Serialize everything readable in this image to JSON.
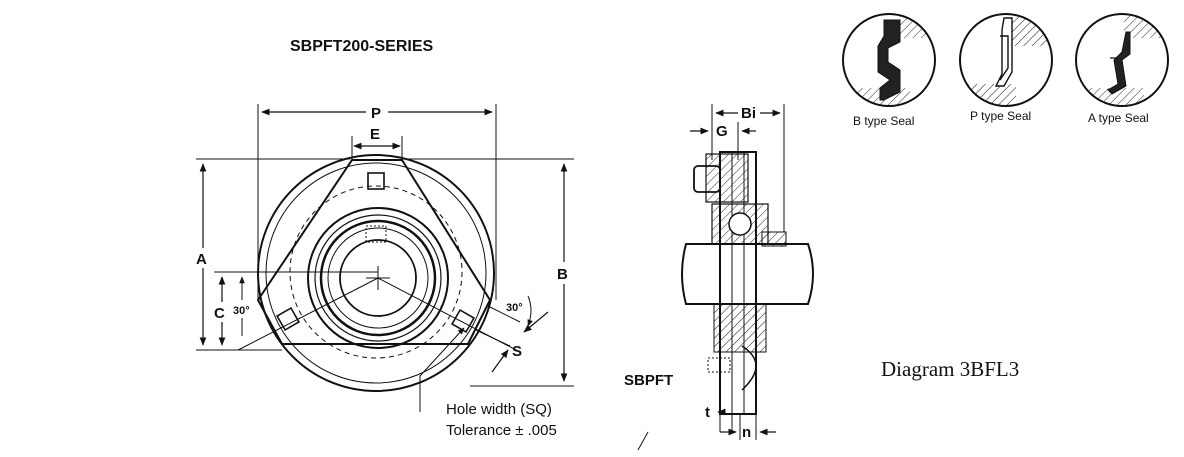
{
  "title": "SBPFT200-SERIES",
  "caption": "Diagram 3BFL3",
  "front_view": {
    "dims": {
      "p": "P",
      "e": "E",
      "a": "A",
      "b": "B",
      "c": "C",
      "s": "S",
      "angle_left": "30°",
      "angle_right": "30°"
    },
    "hole_note_line1": "Hole width (SQ)",
    "hole_note_line2": "Tolerance ± .005"
  },
  "side_view": {
    "label": "SBPFT",
    "dims": {
      "bi": "Bi",
      "g": "G",
      "t": "t",
      "n": "n"
    }
  },
  "seals": [
    {
      "label": "B type Seal"
    },
    {
      "label": "P type Seal"
    },
    {
      "label": "A type Seal"
    }
  ]
}
